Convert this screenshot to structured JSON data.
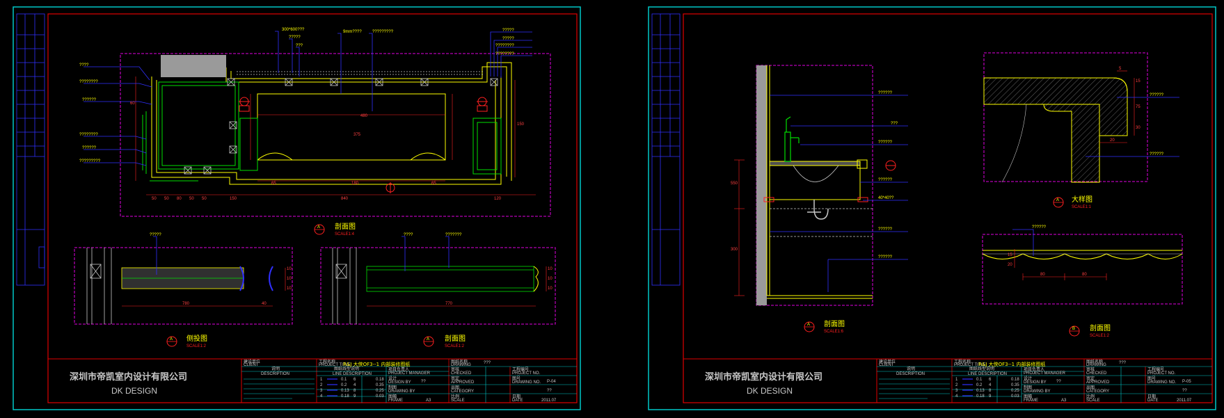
{
  "sheets": [
    {
      "id": "P-04",
      "company_cn": "深圳市帝凯室内设计有限公司",
      "company_en": "DK DESIGN",
      "views": [
        {
          "title": "剖面图",
          "scale": "SCALE1:4",
          "marker": "A"
        },
        {
          "title": "侧投图",
          "scale": "SCALE1:2",
          "marker": "A"
        },
        {
          "title": "剖面图",
          "scale": "SCALE1:2",
          "marker": "A"
        }
      ],
      "plan_labels": [
        "????",
        "????????",
        "??????",
        "????????",
        "??????",
        "?????????"
      ],
      "top_labels": [
        "300*600???",
        "?????",
        "???",
        "9mm????",
        "?????????"
      ],
      "right_labels": [
        "?????",
        "?????",
        "????????",
        "????????"
      ],
      "dims_bottom": [
        "50",
        "50",
        "80",
        "50",
        "50",
        "150",
        "65",
        "840",
        "65",
        "120"
      ],
      "dims_inner": [
        "480",
        "180",
        "375",
        "150",
        "60"
      ],
      "side_labels": [
        "?????"
      ],
      "side_dims": [
        "780",
        "40",
        "10",
        "10",
        "10"
      ],
      "sec_labels": [
        "????",
        "???????"
      ],
      "sec_dims": [
        "770",
        "10",
        "10",
        "10"
      ],
      "project_code": "R&J  大侠OF3--1 内部装修图纸",
      "title_block": {
        "client_cn": "建设单位",
        "client_en": "CLIENT",
        "desc_cn": "说明",
        "desc_en": "DESCRIPTION",
        "project_cn": "工程名称",
        "project_en": "PROJECT TITLE",
        "lines_cn": "图纸线型说明",
        "lines_en": "LINE DESCRIPTION",
        "drawing_cn": "图纸名称",
        "drawing_en": "DRAWING",
        "drawing_val": "???",
        "checked_cn": "审核",
        "checked_en": "CHECKED",
        "approved_cn": "审定",
        "approved_en": "APPROVED",
        "proj_no_cn": "工程编号",
        "proj_no_en": "PROJECT NO.",
        "drawing_no_cn": "图号",
        "drawing_no_en": "DRAWING NO.",
        "drawing_no_val": "P-04",
        "design_cn": "设计",
        "design_en": "DESIGN BY",
        "design_val": "??",
        "category_cn": "出图",
        "category_en": "CATEGORY",
        "category_val": "??",
        "drawn_cn": "制图",
        "drawn_en": "DRAWING BY",
        "scale_cn": "比例",
        "scale_en": "SCALE",
        "frame_cn": "图幅",
        "frame_en": "FRAME",
        "frame_val": "A3",
        "date_cn": "日期",
        "date_en": "DATE",
        "date_val": "2011.07",
        "manager_cn": "项目负责人",
        "manager_en": "PROJECT MANAGER",
        "line_rows": [
          {
            "n": "1",
            "w": "0.1",
            "n2": "6",
            "w2": "0.18"
          },
          {
            "n": "2",
            "w": "0.2",
            "n2": "4",
            "w2": "0.35"
          },
          {
            "n": "3",
            "w": "0.13",
            "n2": "8",
            "w2": "0.25"
          },
          {
            "n": "4",
            "w": "0.18",
            "n2": "9",
            "w2": "0.03"
          }
        ]
      }
    },
    {
      "id": "P-05",
      "company_cn": "深圳市帝凯室内设计有限公司",
      "company_en": "DK DESIGN",
      "views": [
        {
          "title": "剖面图",
          "scale": "SCALE1:6",
          "marker": "A"
        },
        {
          "title": "大样图",
          "scale": "SCALE1:1",
          "marker": "A"
        },
        {
          "title": "剖面图",
          "scale": "SCALE1:2",
          "marker": "B"
        }
      ],
      "sec_labels": [
        "??????",
        "???",
        "??????",
        "??????",
        "40*40??",
        "??????",
        "??????"
      ],
      "sec_dims": [
        "550",
        "300"
      ],
      "detail_labels": [
        "??????",
        "??????"
      ],
      "detail_dims": [
        "5",
        "15",
        "75",
        "30",
        "20"
      ],
      "mold_labels": [
        "??????"
      ],
      "mold_dims": [
        "15",
        "80",
        "80",
        "20"
      ],
      "project_code": "R&J  大侠OF3--1 内部装修图纸",
      "title_block": {
        "client_cn": "建设单位",
        "client_en": "CLIENT",
        "desc_cn": "说明",
        "desc_en": "DESCRIPTION",
        "project_cn": "工程名称",
        "project_en": "PROJECT TITLE",
        "lines_cn": "图纸线型说明",
        "lines_en": "LINE DESCRIPTION",
        "drawing_cn": "图纸名称",
        "drawing_en": "DRAWING",
        "drawing_val": "???",
        "checked_cn": "审核",
        "checked_en": "CHECKED",
        "approved_cn": "审定",
        "approved_en": "APPROVED",
        "proj_no_cn": "工程编号",
        "proj_no_en": "PROJECT NO.",
        "drawing_no_cn": "图号",
        "drawing_no_en": "DRAWING NO.",
        "drawing_no_val": "P-05",
        "design_cn": "设计",
        "design_en": "DESIGN BY",
        "design_val": "??",
        "category_cn": "出图",
        "category_en": "CATEGORY",
        "category_val": "??",
        "drawn_cn": "制图",
        "drawn_en": "DRAWING BY",
        "scale_cn": "比例",
        "scale_en": "SCALE",
        "frame_cn": "图幅",
        "frame_en": "FRAME",
        "frame_val": "A3",
        "date_cn": "日期",
        "date_en": "DATE",
        "date_val": "2011.07",
        "manager_cn": "项目负责人",
        "manager_en": "PROJECT MANAGER",
        "line_rows": [
          {
            "n": "1",
            "w": "0.1",
            "n2": "6",
            "w2": "0.18"
          },
          {
            "n": "2",
            "w": "0.2",
            "n2": "4",
            "w2": "0.35"
          },
          {
            "n": "3",
            "w": "0.13",
            "n2": "8",
            "w2": "0.25"
          },
          {
            "n": "4",
            "w": "0.18",
            "n2": "9",
            "w2": "0.03"
          }
        ]
      }
    }
  ],
  "colors": {
    "border_cyan": "#00c8c8",
    "frame_red": "#e00000",
    "magenta": "#e000e0",
    "yellow": "#ffff00",
    "green": "#00e000",
    "blue": "#3030ff",
    "white": "#e0e0e0",
    "grey": "#a0a0a0"
  }
}
